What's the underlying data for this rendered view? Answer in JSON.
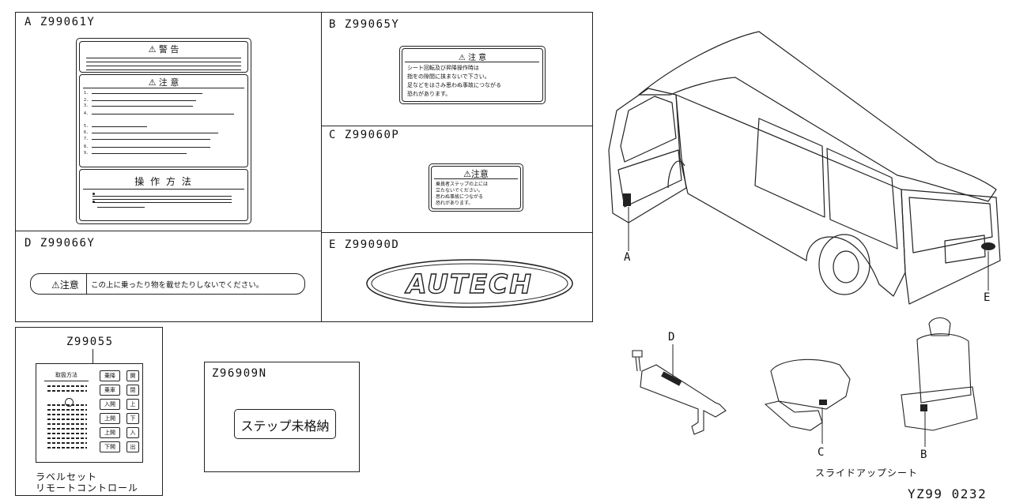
{
  "panels": {
    "A": {
      "ref": "A  Z99061Y",
      "warning_title": "⚠ 警 告",
      "caution_title": "⚠ 注 意",
      "item_numbers": [
        "1.",
        "2.",
        "3.",
        "4.",
        "5.",
        "6.",
        "7.",
        "8.",
        "9."
      ],
      "operation_title": "操 作 方 法"
    },
    "B": {
      "ref": "B  Z99065Y",
      "title": "⚠  注 意",
      "lines": [
        "シート回転及び昇降操作時は",
        "指をの隙間に挟まないで下さい。",
        "足などをはさみ思わぬ事故につながる",
        "恐れがあります。"
      ]
    },
    "C": {
      "ref": "C  Z99060P",
      "title": "⚠注意",
      "lines": [
        "乗員者ステップの上には",
        "立たないでください。",
        "思わぬ事故につながる",
        "恐れがあります。"
      ]
    },
    "D": {
      "ref": "D  Z99066Y",
      "title": "⚠注意",
      "text": "この上に乗ったり物を載せたりしないでください。"
    },
    "E": {
      "ref": "E  Z99090D",
      "badge": "AUTECH"
    }
  },
  "remote": {
    "ref": "Z99055",
    "header": "取扱方法",
    "buttons": [
      [
        "乗降",
        "開"
      ],
      [
        "乗車",
        "閉"
      ],
      [
        "入開",
        "上"
      ],
      [
        "上開",
        "下"
      ],
      [
        "上開",
        "入"
      ],
      [
        "下開",
        "出"
      ]
    ],
    "caption": [
      "ラベルセット",
      "リモートコントロール"
    ]
  },
  "step_label": {
    "ref": "Z96909N",
    "text": "ステップ未格納"
  },
  "callouts": {
    "A": "A",
    "B": "B",
    "C": "C",
    "D": "D",
    "E": "E"
  },
  "slide_up_caption": "スライドアップシート",
  "diagram_code": "YZ99  0232"
}
